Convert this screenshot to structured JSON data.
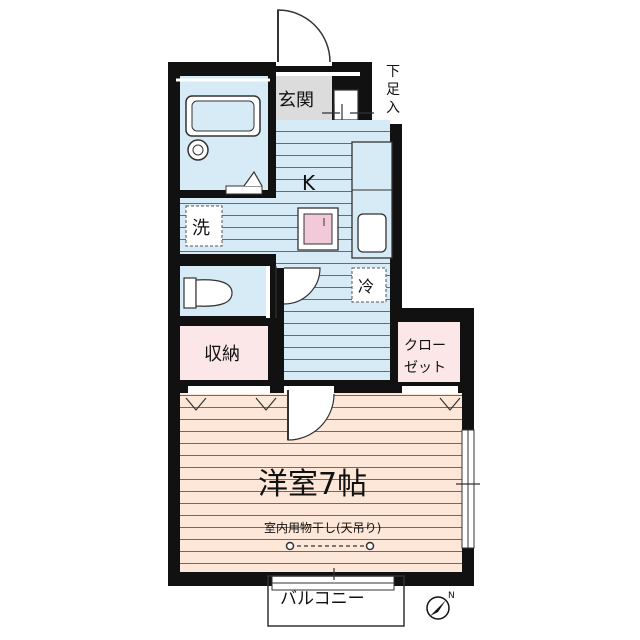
{
  "rooms": {
    "genkan": "玄関",
    "kitchen": "K",
    "washer": "洗",
    "fridge": "冷",
    "storage": "収納",
    "closet_line1": "クロー",
    "closet_line2": "ゼット",
    "western_room": "洋室7帖",
    "drying_rack": "室内用物干し(天吊り)",
    "balcony": "バルコニー",
    "shoe_box_1": "下",
    "shoe_box_2": "足",
    "shoe_box_3": "入"
  },
  "colors": {
    "wall": "#111111",
    "blue_floor": "#d6ebf5",
    "pink_room": "#fbe6e8",
    "orange_room": "#fde7d8",
    "gray_floor": "#dcdcdc"
  },
  "compass": {
    "label": "N",
    "icon": "north-compass-icon"
  }
}
